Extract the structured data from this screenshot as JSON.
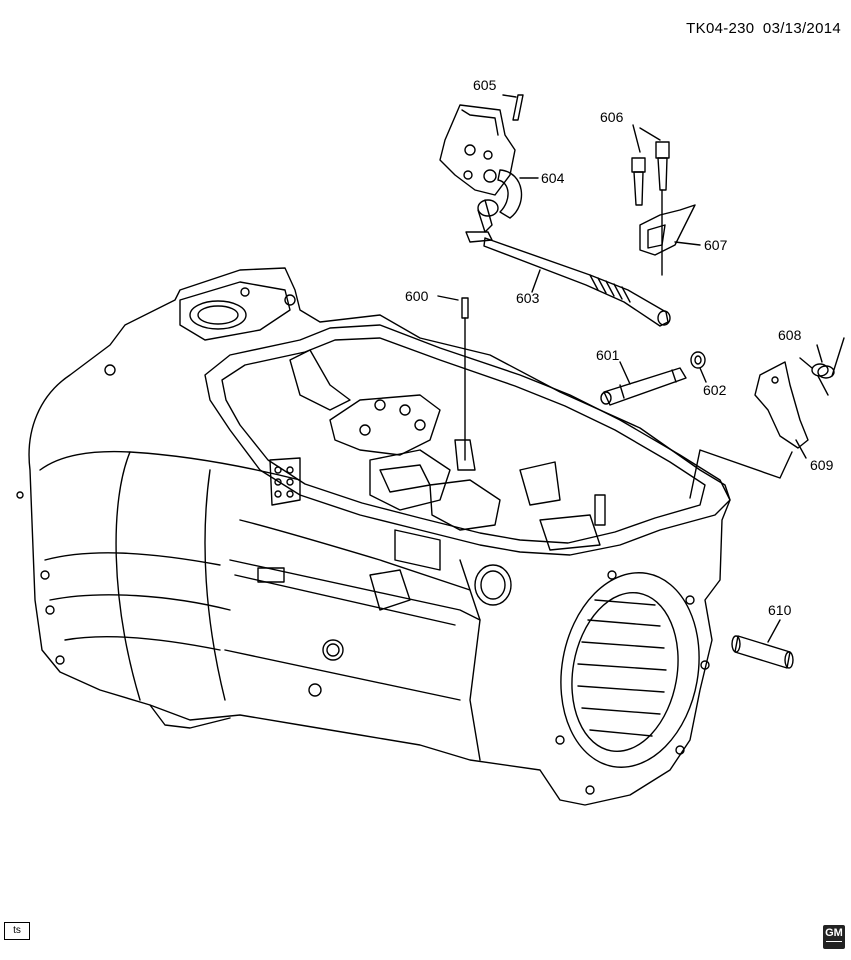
{
  "header": {
    "code": "TK04-230",
    "date": "03/13/2014"
  },
  "callouts": {
    "p600": "600",
    "p601": "601",
    "p602": "602",
    "p603": "603",
    "p604": "604",
    "p605": "605",
    "p606": "606",
    "p607": "607",
    "p608": "608",
    "p609": "609",
    "p610": "610"
  },
  "footer": {
    "stamp": "ts",
    "logo_text": "GM"
  }
}
